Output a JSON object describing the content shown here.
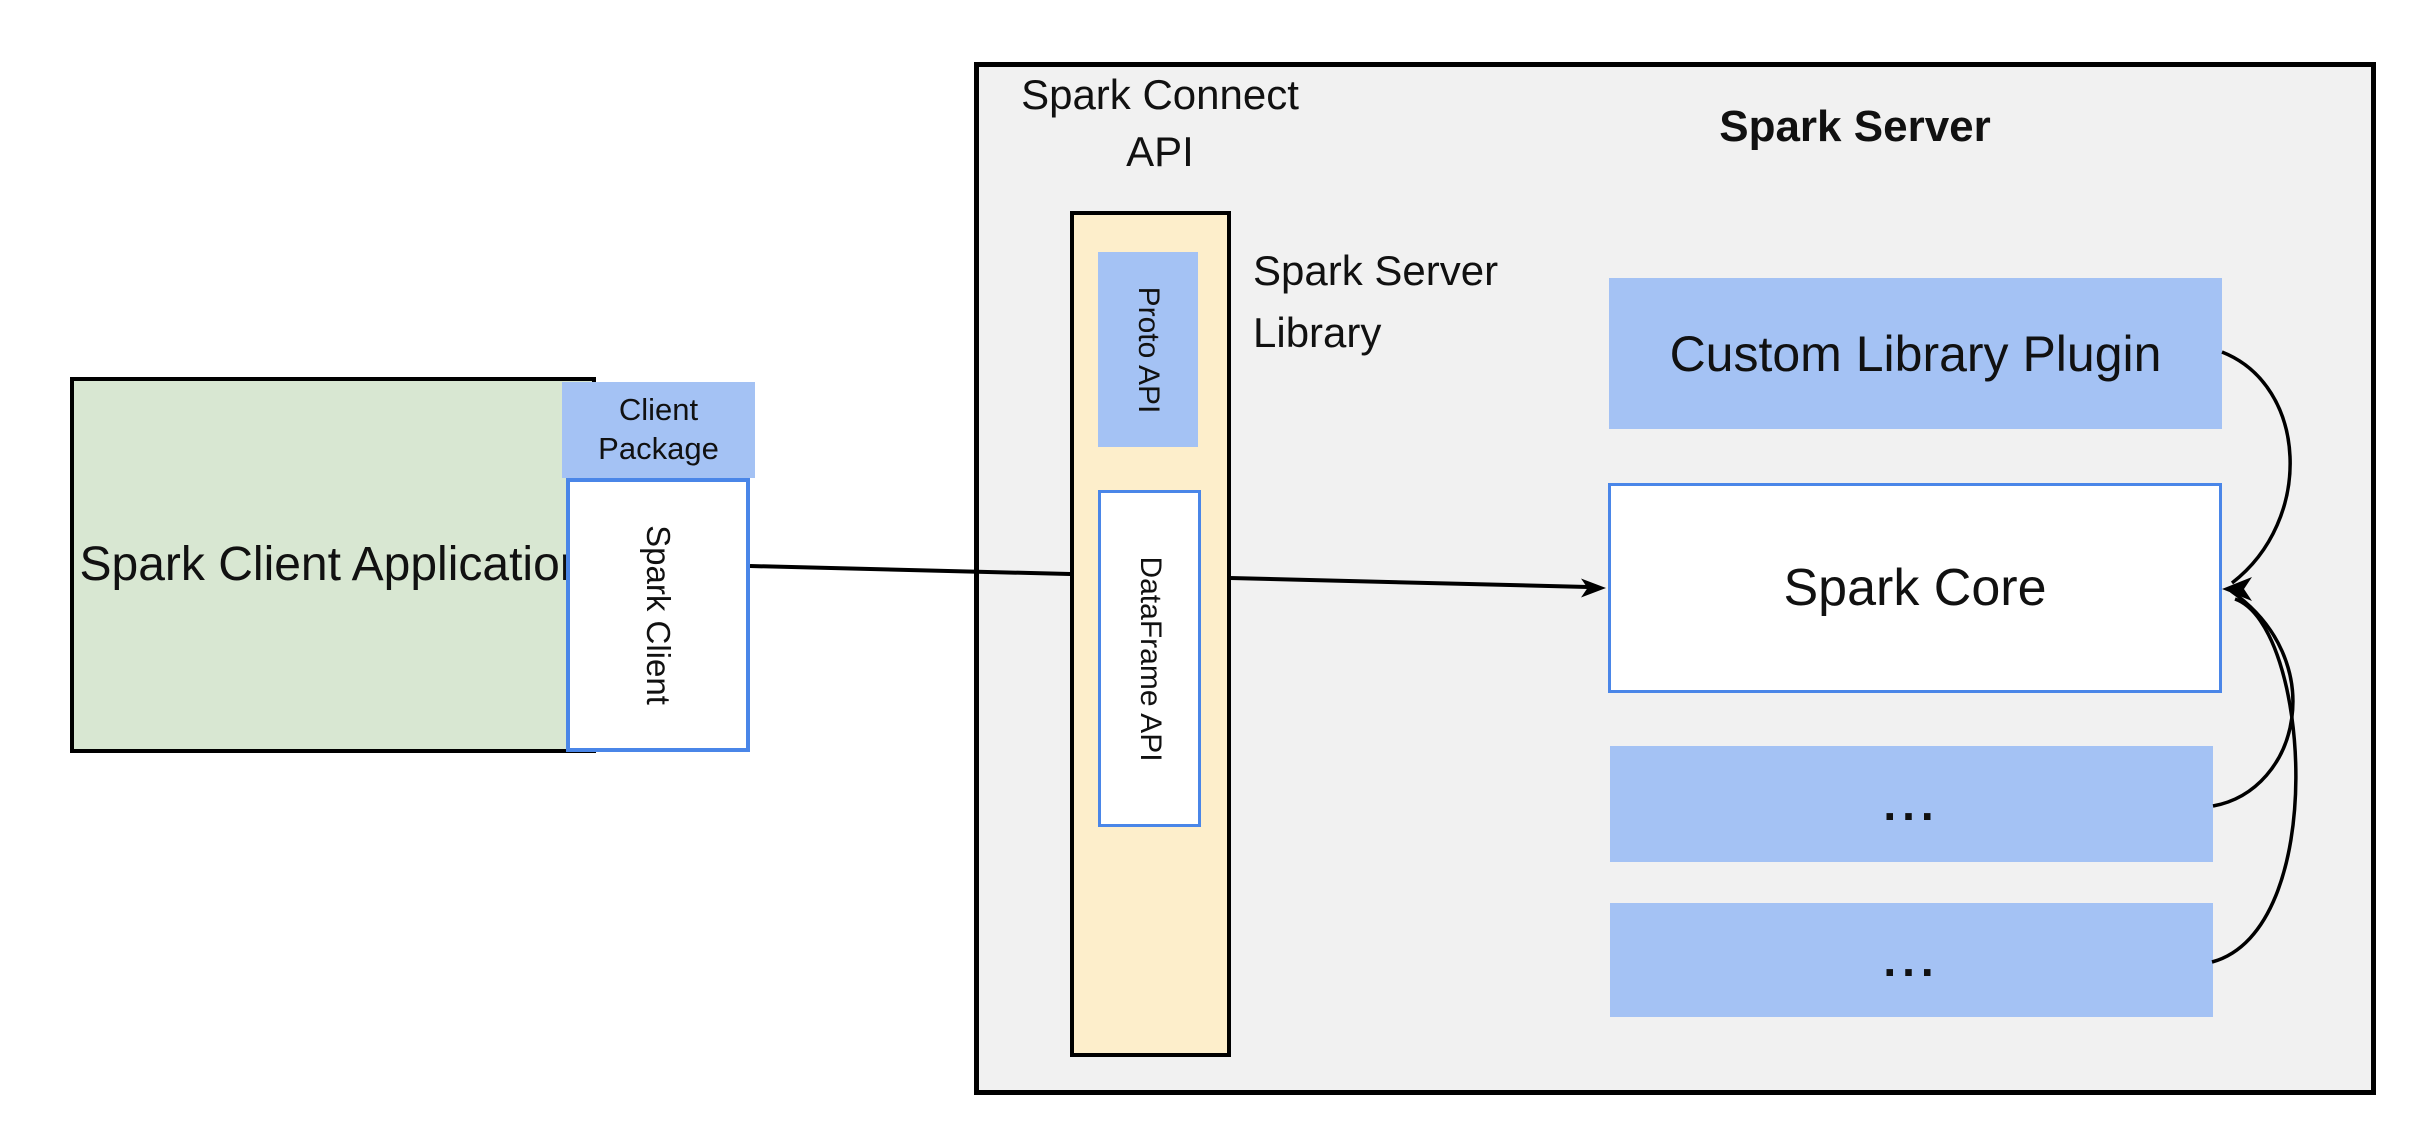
{
  "client": {
    "app_label": "Spark Client Application",
    "package_label": "Client Package",
    "client_label": "Spark Client"
  },
  "connect": {
    "api_label": "Spark Connect API",
    "proto_label": "Proto API",
    "dataframe_label": "DataFrame API",
    "library_label": "Spark Server Library"
  },
  "server": {
    "title": "Spark Server",
    "plugin_label": "Custom Library Plugin",
    "core_label": "Spark Core",
    "ellipsis_1": "...",
    "ellipsis_2": "..."
  },
  "colors": {
    "green_fill": "#d8e7d2",
    "blue_fill": "#a4c2f4",
    "blue_border": "#4a86e8",
    "yellow_fill": "#fdeecb",
    "gray_fill": "#f1f1f1",
    "line": "#000000"
  }
}
